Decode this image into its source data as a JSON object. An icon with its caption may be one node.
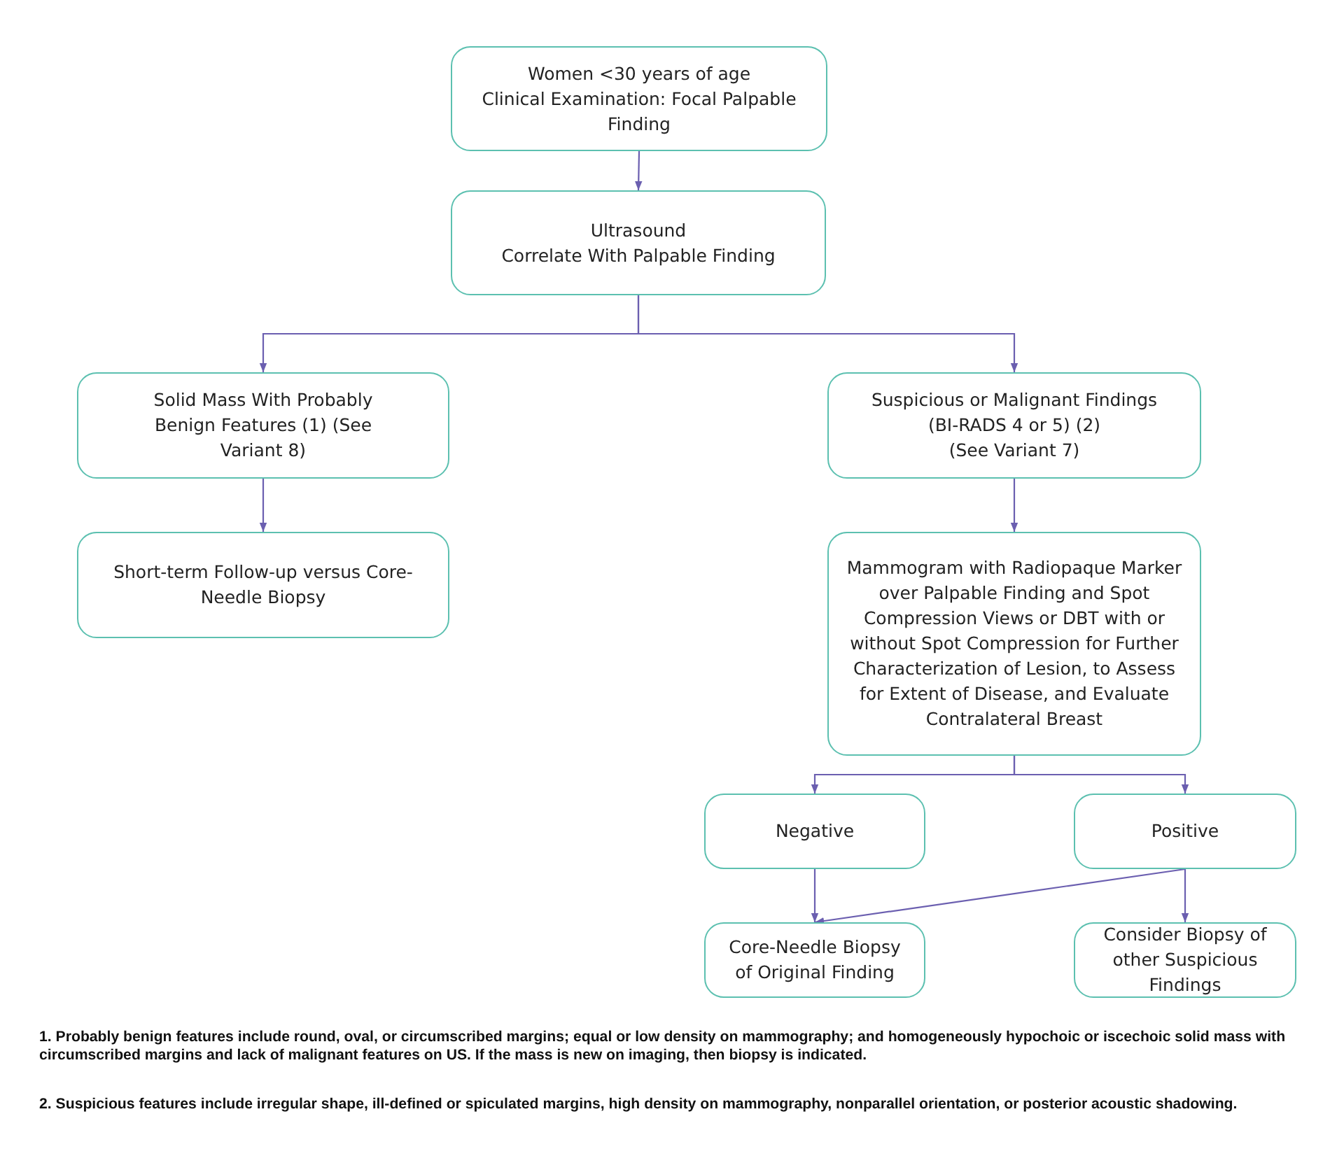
{
  "diagram": {
    "nodes": [
      {
        "text": [
          "Women <30 years of age",
          "Clinical Examination: Focal Palpable Finding"
        ]
      },
      {
        "text": [
          "Ultrasound",
          "Correlate With Palpable Finding"
        ]
      },
      {
        "text": [
          "Solid Mass With Probably Benign Features (1) (See Variant 8)"
        ]
      },
      {
        "text": [
          "Suspicious or Malignant Findings",
          "(BI-RADS 4 or 5) (2)",
          "(See Variant 7)"
        ]
      },
      {
        "text": [
          "Short-term Follow-up versus Core-Needle Biopsy"
        ]
      },
      {
        "text": [
          "Mammogram with Radiopaque Marker over Palpable Finding and Spot Compression Views or DBT with or without Spot Compression for Further Characterization of Lesion, to Assess for Extent of Disease, and Evaluate Contralateral Breast"
        ]
      },
      {
        "text": [
          "Negative"
        ]
      },
      {
        "text": [
          "Positive"
        ]
      },
      {
        "text": [
          "Core-Needle Biopsy of Original Finding"
        ]
      },
      {
        "text": [
          "Consider Biopsy of other Suspicious Findings"
        ]
      }
    ],
    "edges": [
      {
        "from": 0,
        "to": 1,
        "arrow": "to"
      },
      {
        "from": 1,
        "to": 2,
        "arrow": "to"
      },
      {
        "from": 1,
        "to": 3,
        "arrow": "to"
      },
      {
        "from": 2,
        "to": 4,
        "arrow": "to"
      },
      {
        "from": 3,
        "to": 5,
        "arrow": "to"
      },
      {
        "from": 5,
        "to": 6,
        "arrow": "to"
      },
      {
        "from": 5,
        "to": 7,
        "arrow": "to"
      },
      {
        "from": 6,
        "to": 8,
        "arrow": "to"
      },
      {
        "from": 7,
        "to": 8,
        "arrow": "to"
      },
      {
        "from": 7,
        "to": 9,
        "arrow": "to"
      }
    ],
    "labels": [
      "1. Probably benign features include round, oval, or circumscribed margins; equal or low density on mammography; and homogeneously hypochoic or iscechoic solid mass with circumscribed margins and lack of malignant features on US. If the mass is new on imaging, then biopsy is indicated.",
      "2. Suspicious features include irregular shape, ill-defined or spiculated margins, high density on mammography, nonparallel orientation, or posterior acoustic shadowing."
    ]
  }
}
